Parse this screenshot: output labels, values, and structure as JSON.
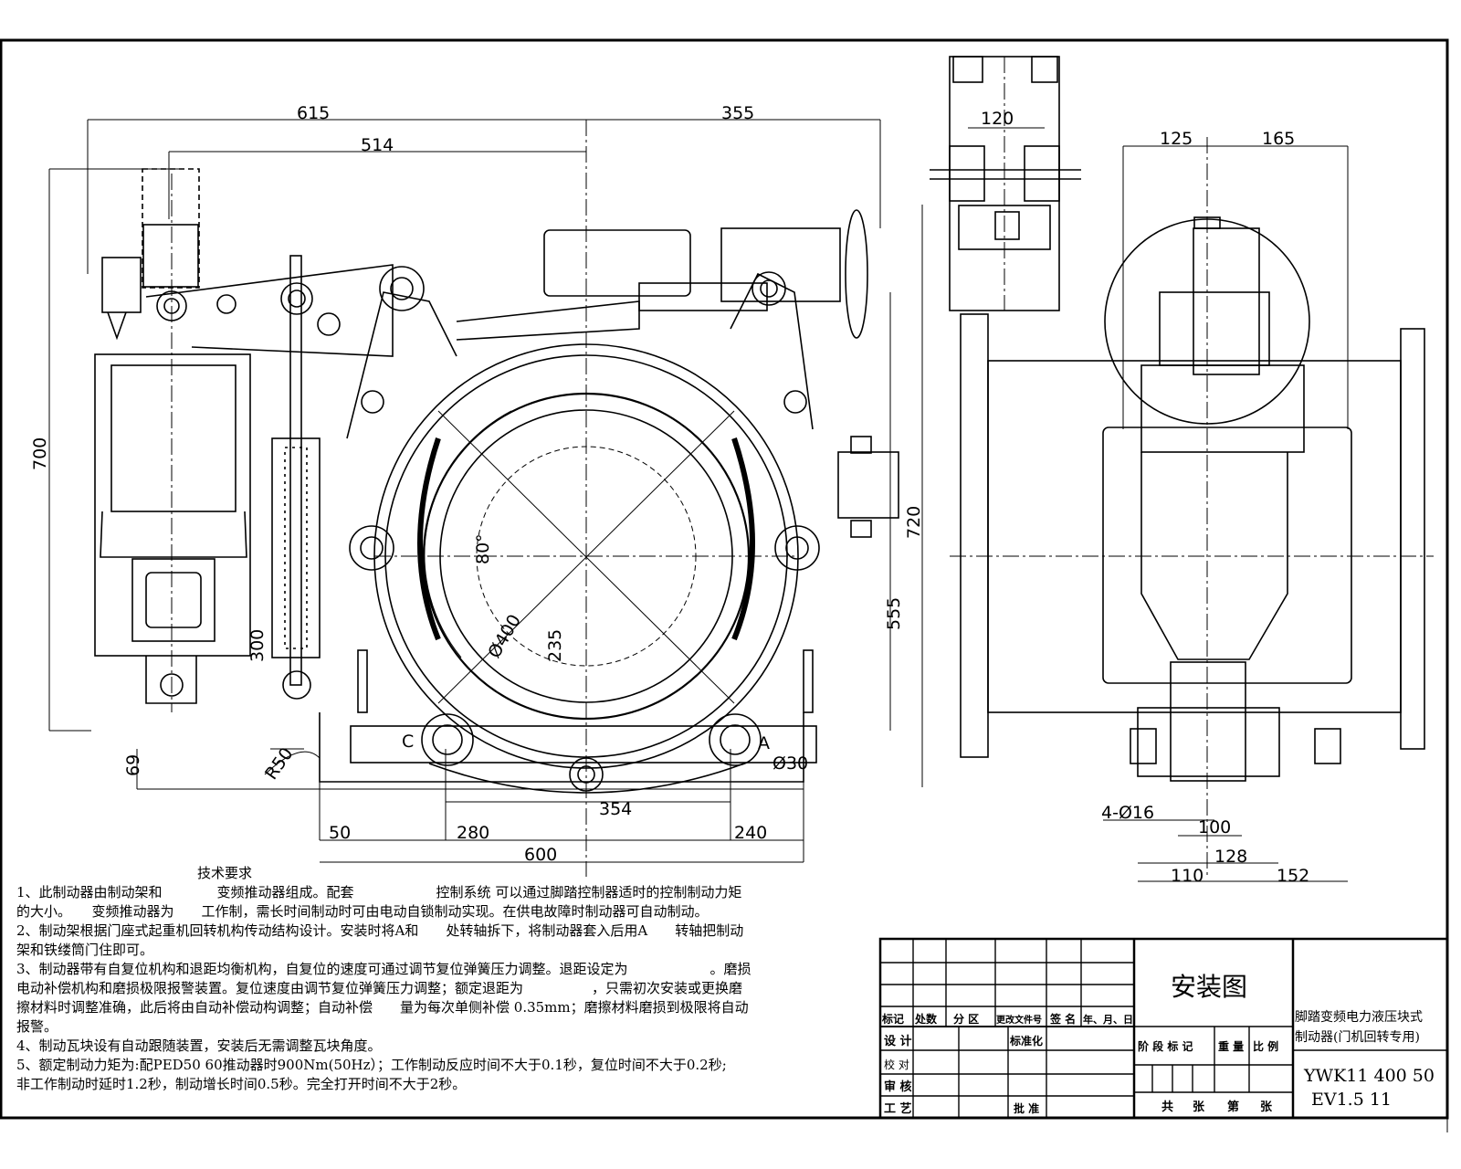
{
  "drawing": {
    "dimensions": {
      "front_view": [
        "615",
        "355",
        "514",
        "700",
        "720",
        "555",
        "300",
        "69",
        "R50",
        "280",
        "240",
        "354",
        "600",
        "50",
        "Ø30",
        "Ø400",
        "235",
        "80°"
      ],
      "side_view_top": [
        "120"
      ],
      "side_view": [
        "125",
        "165",
        "4-Ø16",
        "100",
        "128",
        "110",
        "152"
      ]
    },
    "marks": [
      "C",
      "A"
    ]
  },
  "notes": {
    "heading": "技术要求",
    "lines": [
      "1、此制动器由制动架和　　　　变频推动器组成。配套　　　　　　控制系统 可以通过脚踏控制器适时的控制制动力矩",
      "的大小。　　变频推动器为　　工作制，需长时间制动时可由电动自锁制动实现。在供电故障时制动器可自动制动。",
      "2、制动架根据门座式起重机回转机构传动结构设计。安装时将A和　　处转轴拆下，将制动器套入后用A　　转轴把制动",
      "架和铁缕筒门住即可。",
      "3、制动器带有自复位机构和退距均衡机构，自复位的速度可通过调节复位弹簧压力调整。退距设定为　　　　　　。磨损",
      "电动补偿机构和磨损极限报警装置。复位速度由调节复位弹簧压力调整；额定退距为　　　　　，只需初次安装或更换磨",
      "擦材料时调整准确，此后将由自动补偿动构调整；自动补偿　　量为每次单侧补偿 0.35mm；磨擦材料磨损到极限将自动",
      "报警。",
      "4、制动瓦块设有自动跟随装置，安装后无需调整瓦块角度。",
      "5、额定制动力矩为:配PED50 60推动器时900Nm(50Hz）；工作制动反应时间不大于0.1秒，复位时间不大于0.2秒;",
      "非工作制动时延时1.2秒，制动增长时间0.5秒。完全打开时间不大于2秒。"
    ]
  },
  "title_block": {
    "title": "安装图",
    "headers": [
      "标记",
      "处数",
      "分 区",
      "更改文件号",
      "签 名",
      "年、月、日"
    ],
    "roles": [
      "设 计",
      "校 对",
      "审 核",
      "工 艺"
    ],
    "standardize": "标准化",
    "approve": "批 准",
    "stage_cols": [
      "阶 段 标 记",
      "重 量",
      "比 例"
    ],
    "sheet": [
      "共",
      "张",
      "第",
      "张"
    ],
    "product_name": [
      "脚踏变频电力液压块式",
      "制动器(门机回转专用)"
    ],
    "model": [
      "YWK11 400 50",
      "EV1.5 11"
    ]
  }
}
